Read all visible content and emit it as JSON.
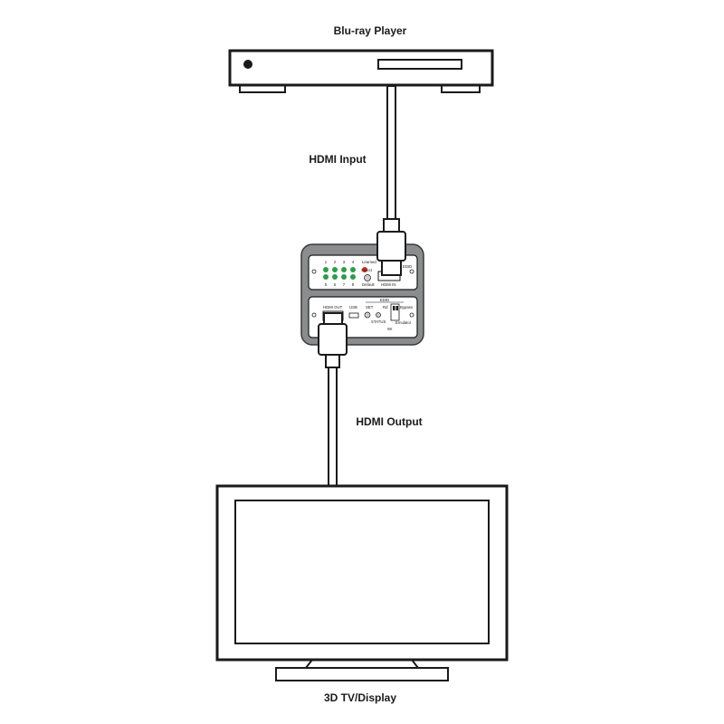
{
  "labels": {
    "source": "Blu-ray Player",
    "input": "HDMI Input",
    "output": "HDMI Output",
    "display": "3D TV/Display"
  },
  "device_panel": {
    "top": {
      "leds_row1": [
        "1",
        "2",
        "3",
        "4"
      ],
      "learned": "Learned",
      "leds_row2": [
        "5",
        "6",
        "7",
        "8"
      ],
      "default": "Default",
      "select": "Select",
      "edid": "EDID",
      "hdmi_in": "HDMI IN"
    },
    "bottom": {
      "edid": "EDID",
      "hdmi_out": "HDMI OUT",
      "usb": "USB",
      "set": "SET",
      "status": "STATUS",
      "rd": "Rd",
      "wr": "Wr",
      "bypass": "Bypass",
      "emulator": "Emulator"
    }
  },
  "colors": {
    "led_green": "#2e9c4b",
    "led_red": "#d62a20",
    "device_body": "#8a8c8e",
    "line": "#1a1a1a"
  }
}
